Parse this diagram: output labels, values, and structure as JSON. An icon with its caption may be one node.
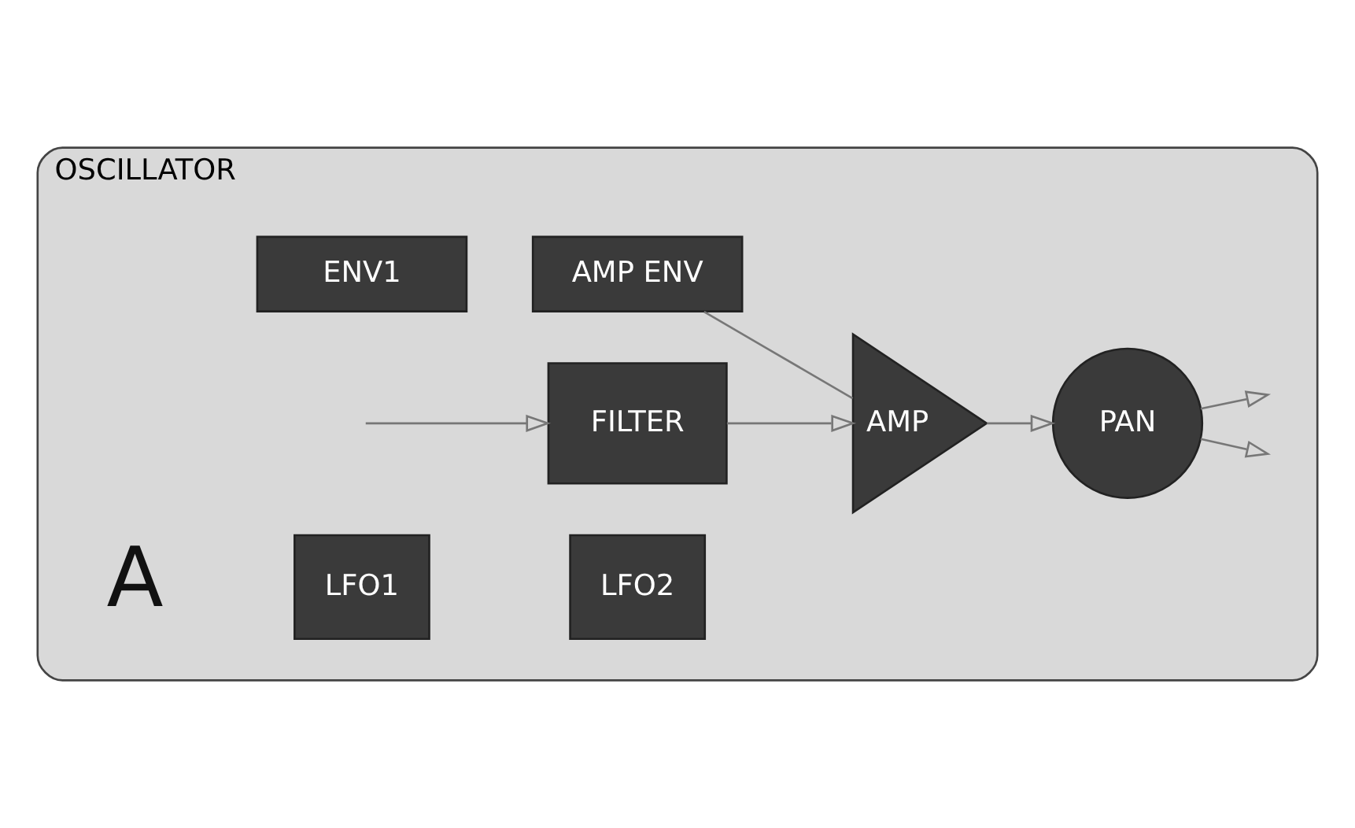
{
  "diagram": {
    "nodes": [
      {
        "text": [
          "OSCILLATOR"
        ]
      },
      {
        "text": [
          "FILTER"
        ],
        "in": 0
      },
      {
        "text": [
          "AMP"
        ],
        "in": 0
      },
      {
        "text": [
          "PAN"
        ],
        "in": 0
      },
      {
        "text": [
          "AMP ENV"
        ],
        "in": 0
      },
      {
        "text": [
          "ENV1"
        ],
        "in": 0
      },
      {
        "text": [
          "LFO1"
        ],
        "in": 0
      },
      {
        "text": [
          "LFO2"
        ],
        "in": 0
      }
    ],
    "edges": [
      {
        "from": null,
        "to": 1,
        "arrow": "to"
      },
      {
        "from": 1,
        "to": 2,
        "arrow": "to"
      },
      {
        "from": 2,
        "to": 3,
        "arrow": "to"
      },
      {
        "from": 3,
        "to": null,
        "arrow": "to"
      },
      {
        "from": 3,
        "to": null,
        "arrow": "to"
      },
      {
        "from": 4,
        "to": 2,
        "arrow": "none"
      }
    ],
    "labels": [
      "A"
    ]
  }
}
